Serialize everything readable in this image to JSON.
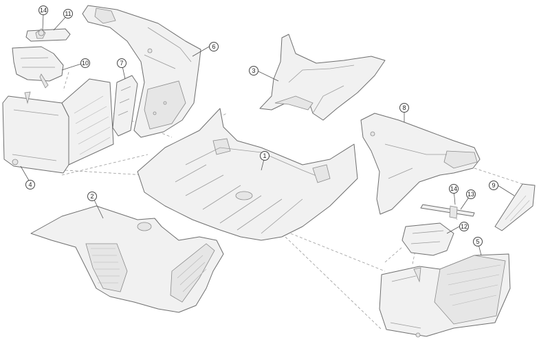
{
  "diagram": {
    "callouts": [
      {
        "id": "c14a",
        "label": "14"
      },
      {
        "id": "c11",
        "label": "11"
      },
      {
        "id": "c10",
        "label": "10"
      },
      {
        "id": "c4",
        "label": "4"
      },
      {
        "id": "c7",
        "label": "7"
      },
      {
        "id": "c6",
        "label": "6"
      },
      {
        "id": "c3",
        "label": "3"
      },
      {
        "id": "c1",
        "label": "1"
      },
      {
        "id": "c2",
        "label": "2"
      },
      {
        "id": "c8",
        "label": "8"
      },
      {
        "id": "c9",
        "label": "9"
      },
      {
        "id": "c14b",
        "label": "14"
      },
      {
        "id": "c13",
        "label": "13"
      },
      {
        "id": "c12",
        "label": "12"
      },
      {
        "id": "c5",
        "label": "5"
      }
    ]
  }
}
